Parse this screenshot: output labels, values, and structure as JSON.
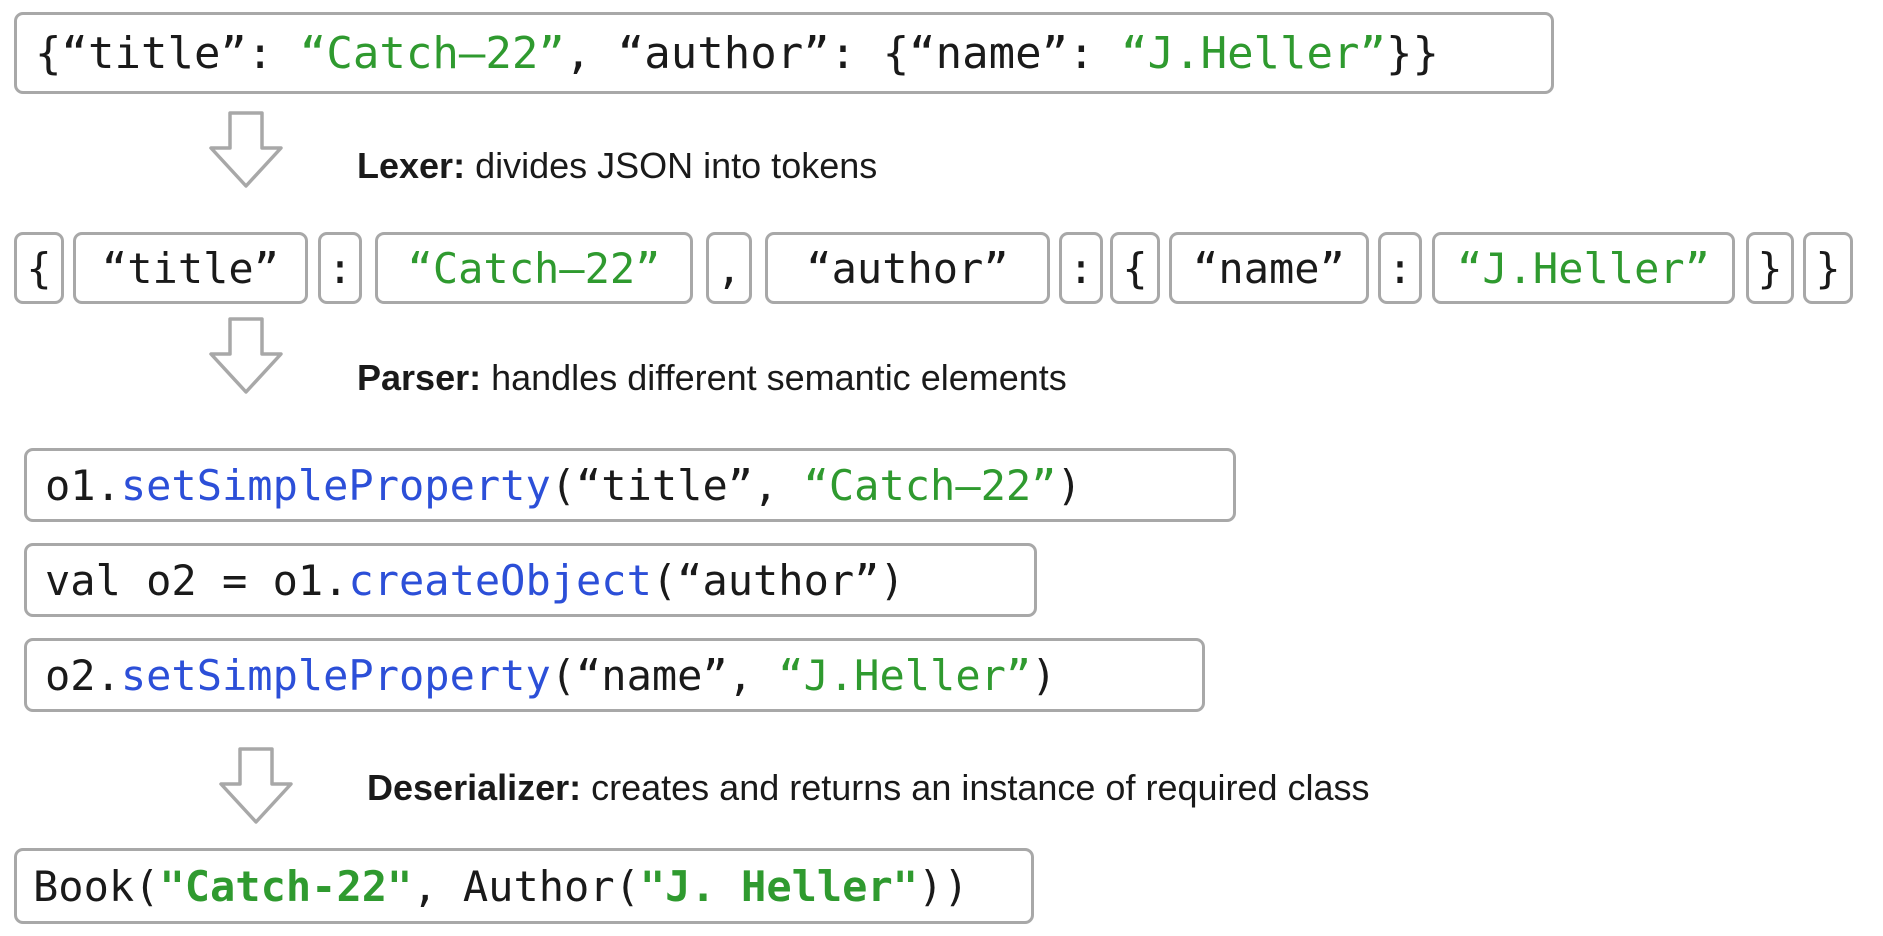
{
  "json_line": {
    "p1": "{“title”: ",
    "s1": "“Catch‒22”",
    "p2": ", “author”: {“name”: ",
    "s2": "“J.Heller”",
    "p3": "}}"
  },
  "lexer": {
    "name": "Lexer:",
    "desc": " divides JSON into tokens"
  },
  "tokens": [
    "{",
    "“title”",
    ":",
    "“Catch‒22”",
    ",",
    "“author”",
    ":",
    "{",
    "“name”",
    ":",
    "“J.Heller”",
    "}",
    "}"
  ],
  "parser": {
    "name": "Parser:",
    "desc": " handles different semantic elements"
  },
  "calls": {
    "c1": {
      "obj": "o1.",
      "fn": "setSimpleProperty",
      "open": "(“title”, ",
      "str": "“Catch‒22”",
      "close": ")"
    },
    "c2": {
      "pre": "val o2 = o1.",
      "fn": "createObject",
      "arg": "(“author”)"
    },
    "c3": {
      "obj": "o2.",
      "fn": "setSimpleProperty",
      "open": "(“name”, ",
      "str": "“J.Heller”",
      "close": ")"
    }
  },
  "deserializer": {
    "name": "Deserializer:",
    "desc": " creates and returns an instance of required class"
  },
  "result": {
    "a": "Book(",
    "s1": "\"Catch-22\"",
    "b": ", Author(",
    "s2": "\"J. Heller\"",
    "c": "))"
  },
  "colors": {
    "string": "#2f9a2f",
    "function": "#2c4fd8",
    "border": "#a8a8a8"
  }
}
